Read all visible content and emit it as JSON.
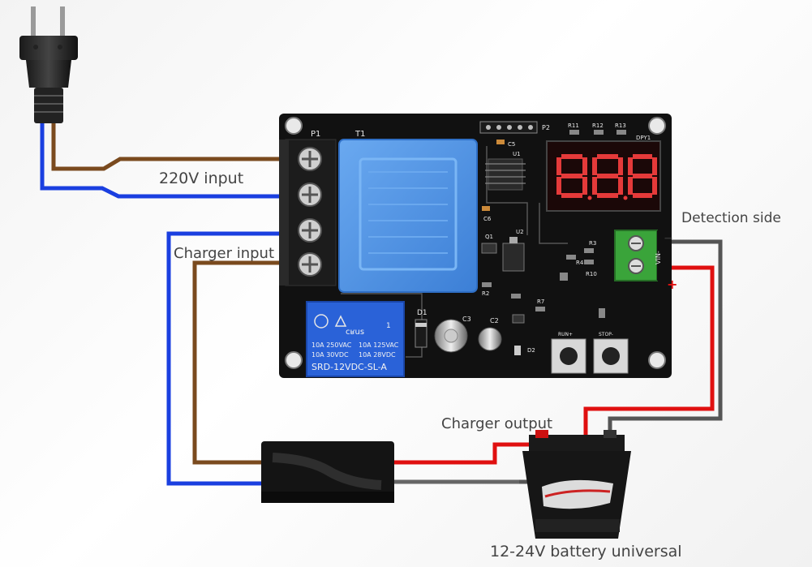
{
  "labels": {
    "input_220v": "220V input",
    "charger_input": "Charger input",
    "detection_side": "Detection side",
    "charger_output": "Charger output",
    "battery": "12-24V battery universal"
  },
  "board": {
    "p1": "P1",
    "t1": "T1",
    "p2": "P2",
    "u1": "U1",
    "dpy1": "DPY1",
    "r11": "R11",
    "r12": "R12",
    "r13": "R13",
    "c5": "C5",
    "c6": "C6",
    "q1": "Q1",
    "u2": "U2",
    "r3": "R3",
    "r4": "R4",
    "r10": "R10",
    "d1": "D1",
    "c3": "C3",
    "c2": "C2",
    "d2": "D2",
    "r2": "R2",
    "r7": "R7",
    "run": "RUN+",
    "stop": "STOP-",
    "vin_terminal": "VIN-",
    "plus": "+",
    "minus": "−"
  },
  "relay": {
    "ul": "cʁus",
    "spec1": "10A 250VAC",
    "spec2": "10A 125VAC",
    "spec3": "10A 30VDC",
    "spec4": "10A 28VDC",
    "model": "SRD-12VDC-SL-A",
    "one": "1"
  },
  "colors": {
    "live_wire": "#7a4a1e",
    "neutral_wire": "#1a3fe0",
    "positive_wire": "#e01010",
    "negative_wire": "#555555",
    "pcb": "#111111",
    "transformer": "#4d8fe0",
    "relay": "#2a62d8",
    "terminal_green": "#3aa43a"
  },
  "icons": [
    "ac-plug-icon",
    "charger-brick-icon",
    "battery-icon"
  ]
}
